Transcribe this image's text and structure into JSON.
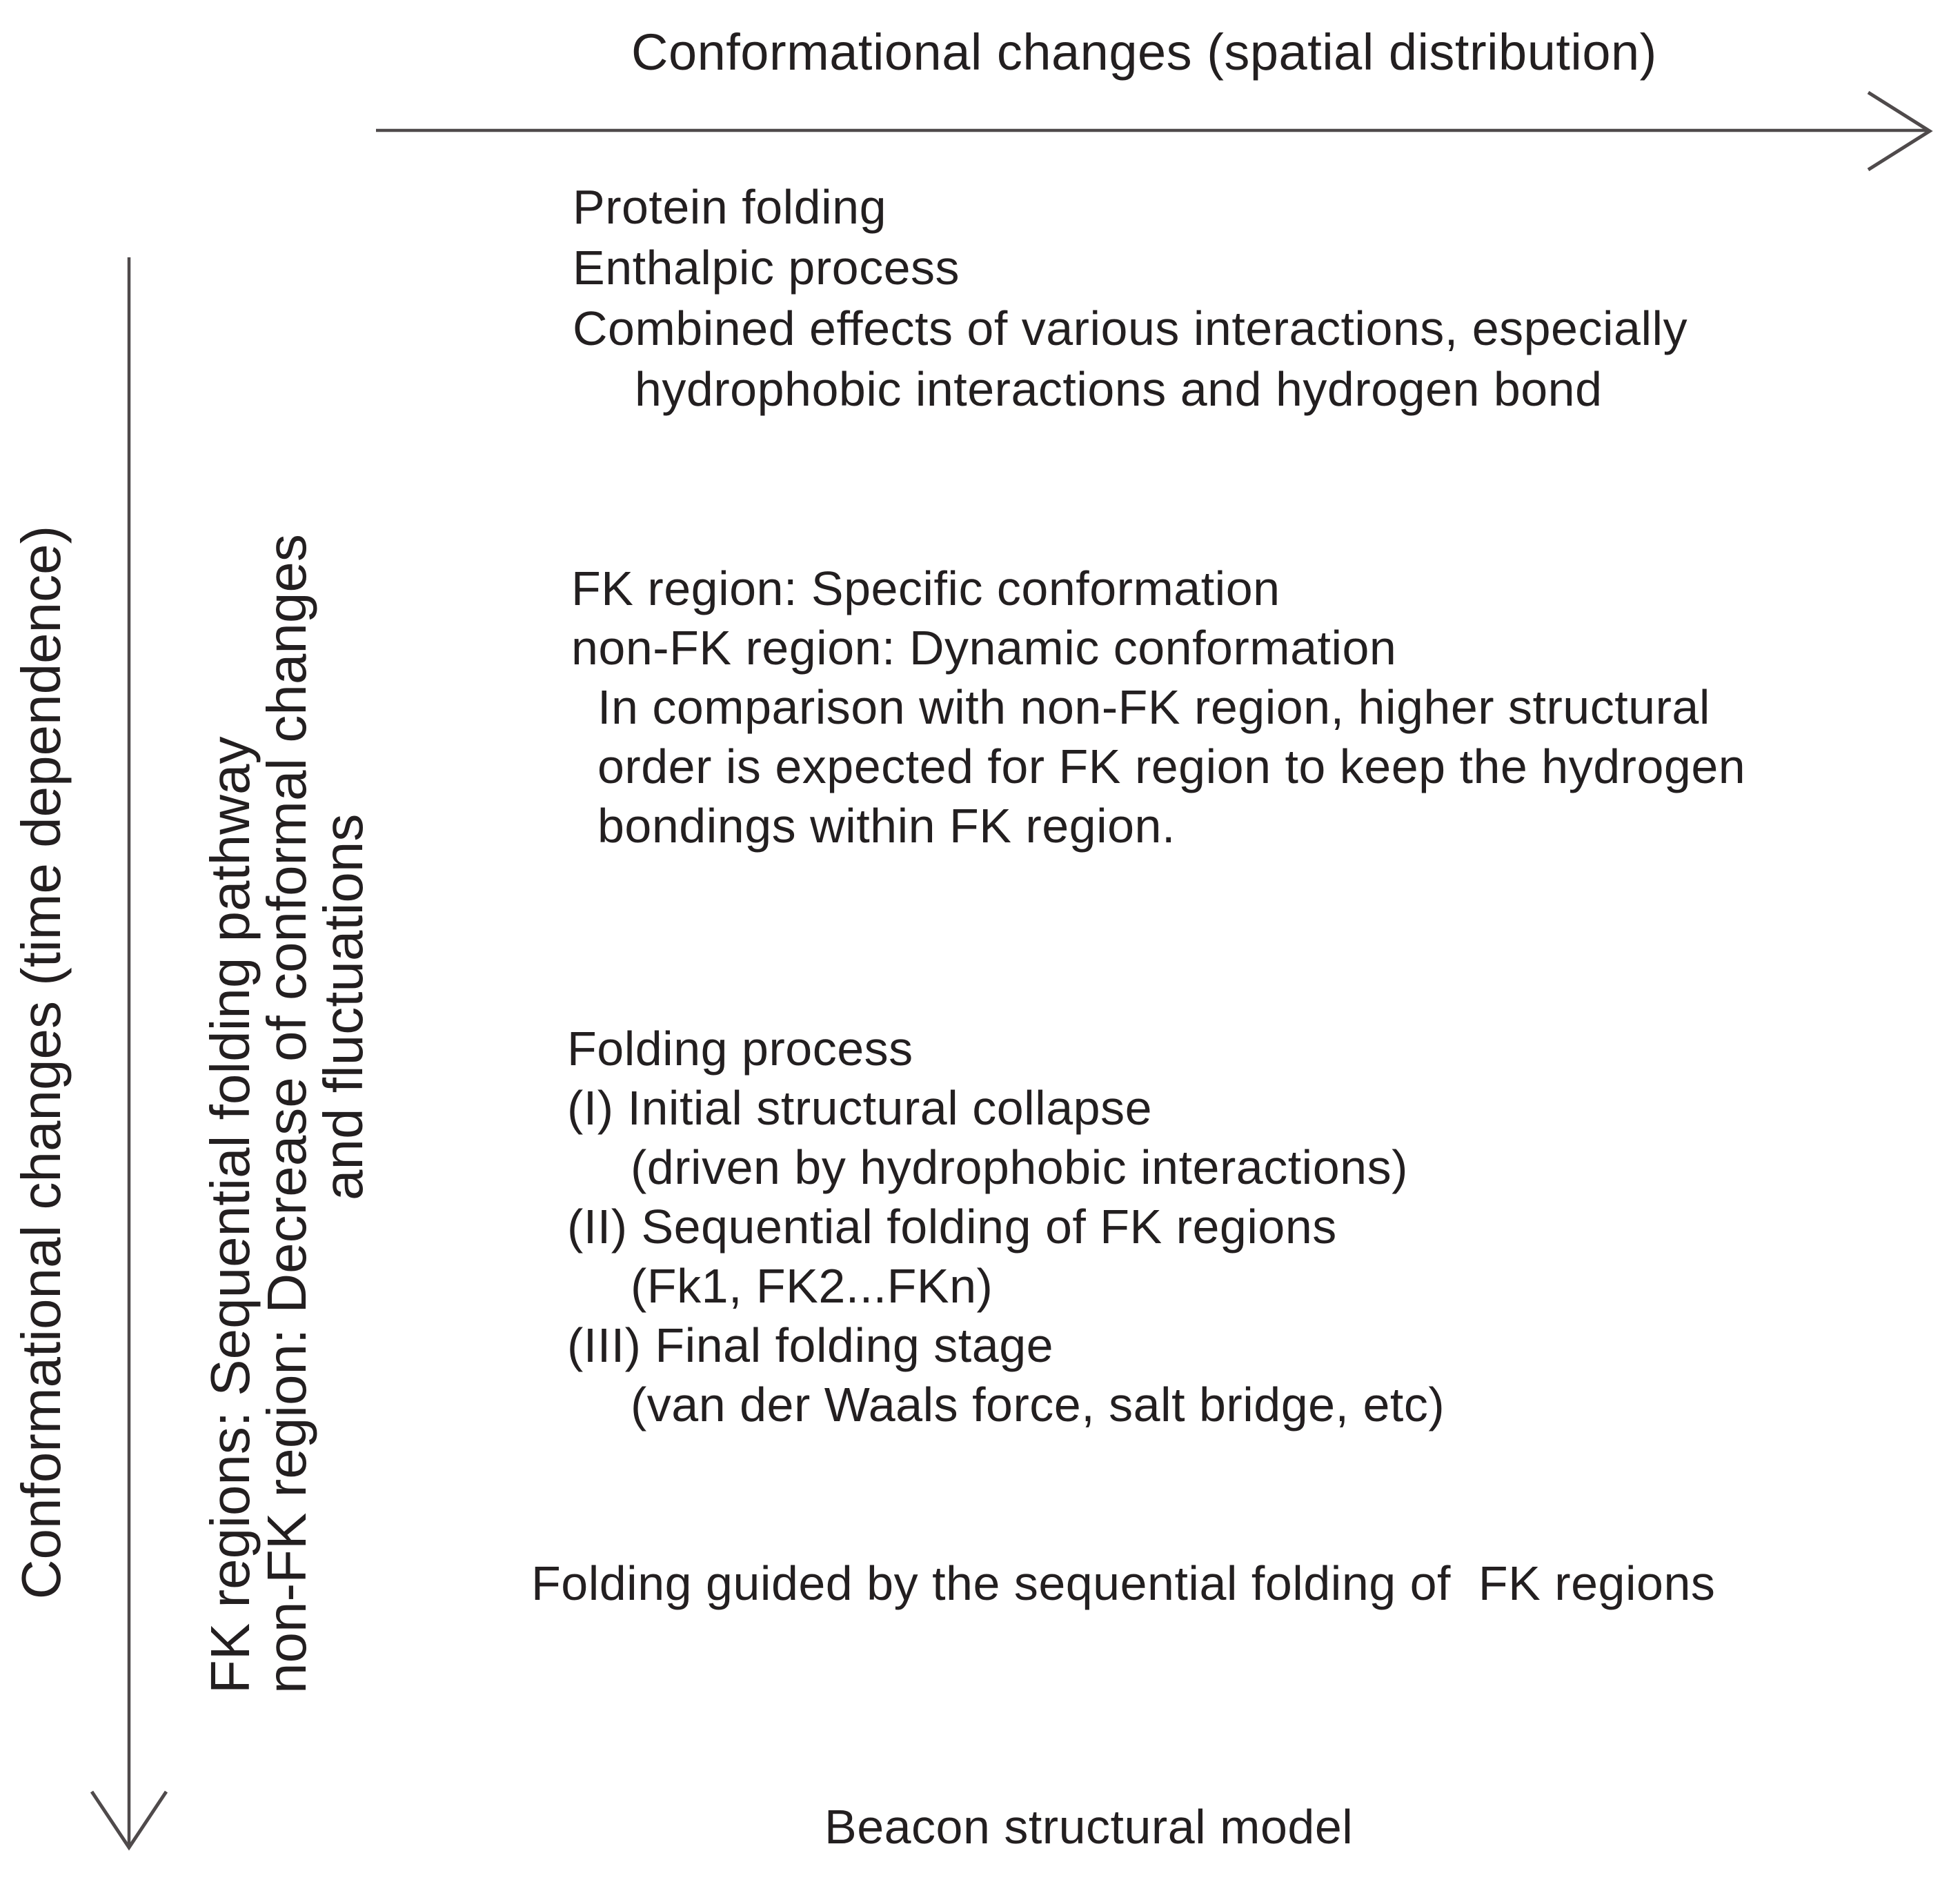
{
  "title_top": "Conformational changes (spatial distribution)",
  "left_axis_label": "Conformational changes (time dependence)",
  "pathway_label": {
    "line1": "FK regions: Sequential folding pathway",
    "line2": "non-FK region: Decrease of conformal changes",
    "line3": "and fluctuations"
  },
  "block_protein": {
    "line1": "Protein folding",
    "line2": "Enthalpic process",
    "line3": "Combined effects of various interactions, especially",
    "line4": "hydrophobic interactions and hydrogen bond"
  },
  "block_fk": {
    "line1": "FK region: Specific conformation",
    "line2": "non-FK region: Dynamic conformation",
    "line3": "In comparison with non-FK region, higher structural",
    "line4": "order is expected for FK region to keep the hydrogen",
    "line5": "bondings within FK region."
  },
  "block_folding": {
    "line1": "Folding process",
    "line2": "(I) Initial structural collapse",
    "line3": "(driven by hydrophobic interactions)",
    "line4": "(II) Sequential folding of FK regions",
    "line5": "(Fk1, FK2...FKn)",
    "line6": "(III) Final folding stage",
    "line7": "(van der Waals force, salt bridge, etc)"
  },
  "guided_line": "Folding guided by the sequential folding of  FK regions",
  "bottom_label": "Beacon structural model",
  "colors": {
    "text": "#231f20",
    "arrow": "#4f4a4b",
    "background": "#ffffff"
  }
}
